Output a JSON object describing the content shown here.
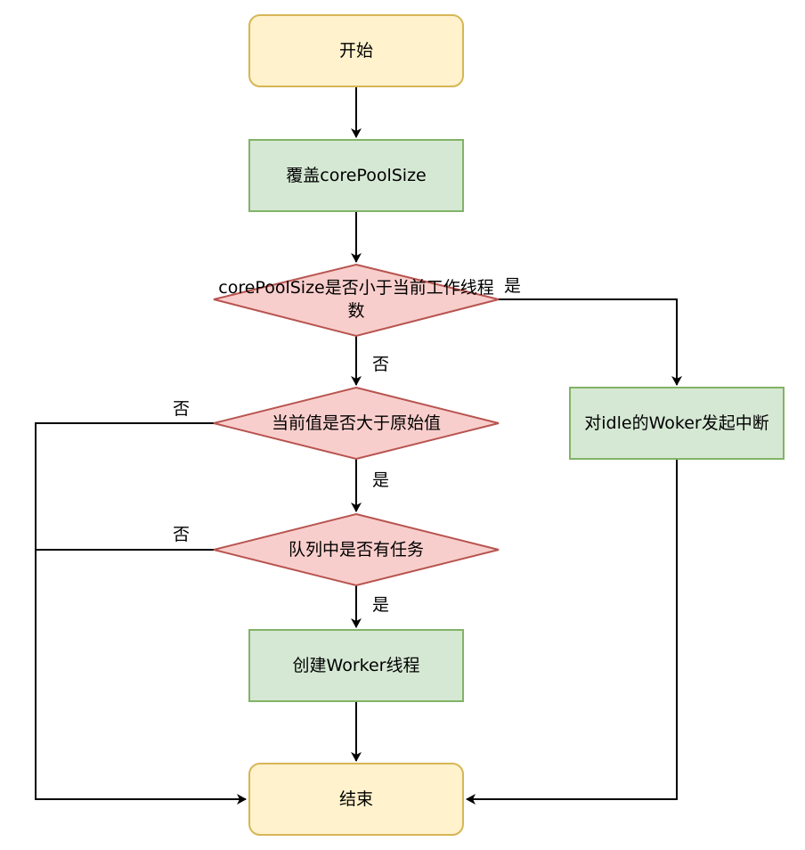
{
  "colors": {
    "terminal_fill": "#fff2cc",
    "terminal_stroke": "#d6b656",
    "process_fill": "#d5e8d4",
    "process_stroke": "#82b366",
    "decision_fill": "#f8cecc",
    "decision_stroke": "#b85450",
    "edge": "#000000"
  },
  "nodes": {
    "start": "开始",
    "override": "覆盖corePoolSize",
    "decision_less": "corePoolSize是否小于当前工作线程数",
    "interrupt": "对idle的Woker发起中断",
    "decision_greater": "当前值是否大于原始值",
    "decision_queue": "队列中是否有任务",
    "create_worker": "创建Worker线程",
    "end": "结束"
  },
  "edges": {
    "less_yes": "是",
    "less_no": "否",
    "greater_no": "否",
    "greater_yes": "是",
    "queue_no": "否",
    "queue_yes": "是"
  }
}
